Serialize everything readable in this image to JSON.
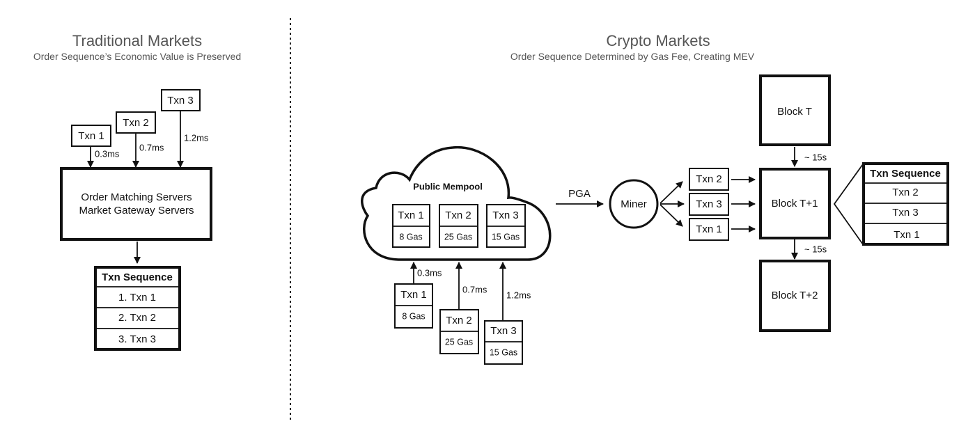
{
  "traditional": {
    "title": "Traditional Markets",
    "subtitle": "Order Sequence’s Economic Value is Preserved",
    "transactions": [
      {
        "label": "Txn 1",
        "latency": "0.3ms"
      },
      {
        "label": "Txn 2",
        "latency": "0.7ms"
      },
      {
        "label": "Txn 3",
        "latency": "1.2ms"
      }
    ],
    "server_lines": [
      "Order Matching Servers",
      "Market Gateway Servers"
    ],
    "sequence": {
      "header": "Txn Sequence",
      "rows": [
        "1. Txn 1",
        "2. Txn 2",
        "3. Txn 3"
      ]
    }
  },
  "crypto": {
    "title": "Crypto Markets",
    "subtitle": "Order Sequence Determined by Gas Fee, Creating MEV",
    "mempool": {
      "label": "Public Mempool",
      "transactions": [
        {
          "label": "Txn 1",
          "gas": "8 Gas"
        },
        {
          "label": "Txn 2",
          "gas": "25 Gas"
        },
        {
          "label": "Txn 3",
          "gas": "15 Gas"
        }
      ]
    },
    "incoming": [
      {
        "label": "Txn 1",
        "gas": "8 Gas",
        "latency": "0.3ms"
      },
      {
        "label": "Txn 2",
        "gas": "25 Gas",
        "latency": "0.7ms"
      },
      {
        "label": "Txn 3",
        "gas": "15 Gas",
        "latency": "1.2ms"
      }
    ],
    "pga_label": "PGA",
    "miner_label": "Miner",
    "ordered_txns": [
      "Txn 2",
      "Txn 3",
      "Txn 1"
    ],
    "blocks": [
      "Block T",
      "Block T+1",
      "Block T+2"
    ],
    "block_interval": "~ 15s",
    "sequence": {
      "header": "Txn Sequence",
      "rows": [
        "Txn 2",
        "Txn 3",
        "Txn 1"
      ]
    }
  }
}
